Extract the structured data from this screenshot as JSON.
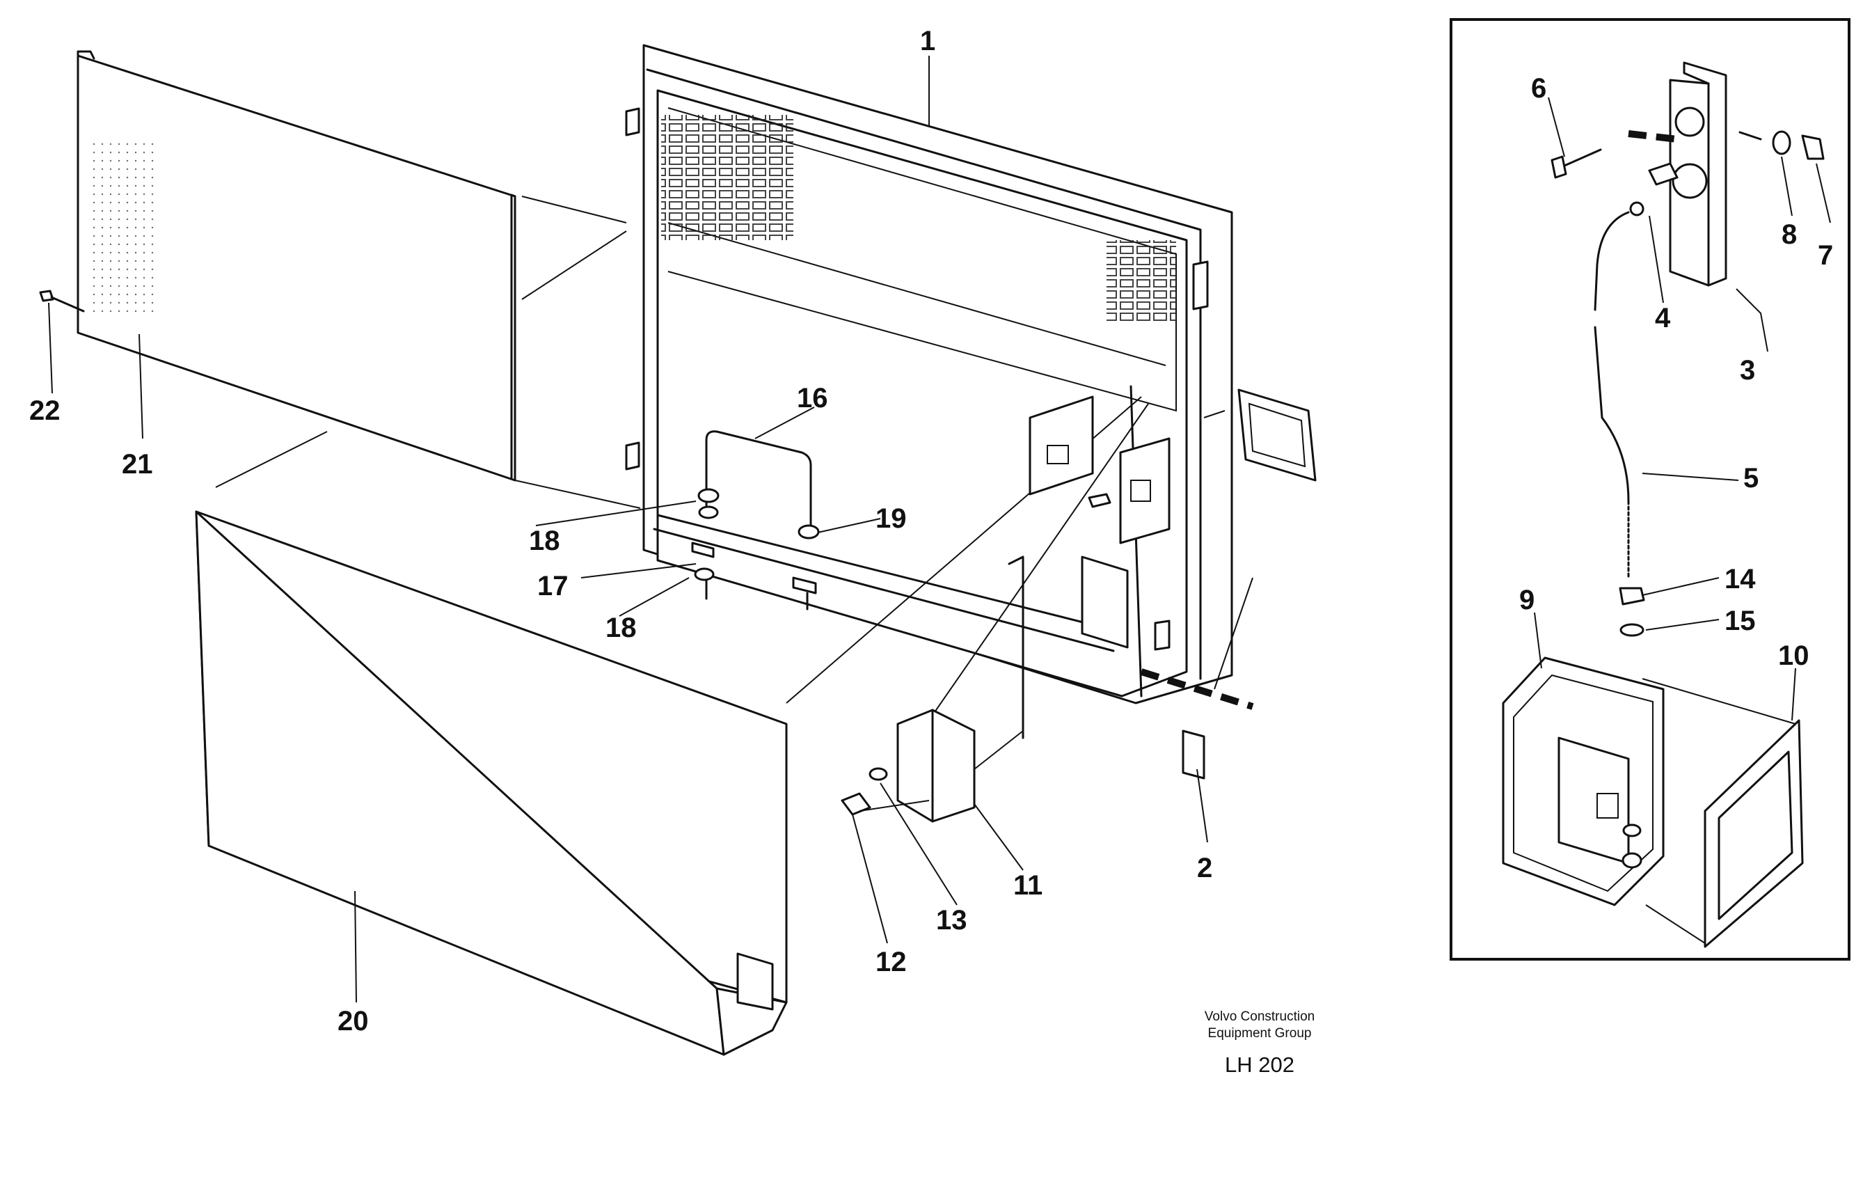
{
  "callouts": {
    "c1": "1",
    "c2": "2",
    "c3": "3",
    "c4": "4",
    "c5": "5",
    "c6": "6",
    "c7": "7",
    "c8": "8",
    "c9": "9",
    "c10": "10",
    "c11": "11",
    "c12": "12",
    "c13": "13",
    "c14": "14",
    "c15": "15",
    "c16": "16",
    "c17": "17",
    "c18a": "18",
    "c18b": "18",
    "c19": "19",
    "c20": "20",
    "c21": "21",
    "c22": "22"
  },
  "caption": {
    "line1": "Volvo Construction",
    "line2": "Equipment Group",
    "code": "LH 202"
  }
}
